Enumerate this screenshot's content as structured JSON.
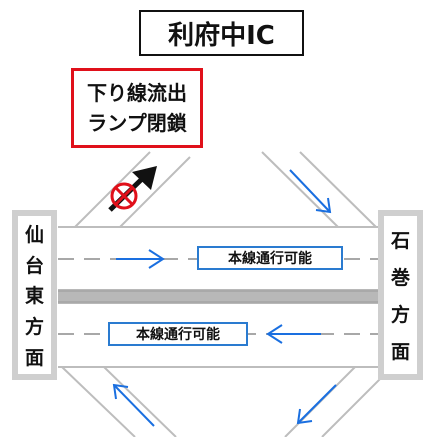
{
  "interchange": {
    "name": "利府中IC"
  },
  "closure_notice": {
    "line1": "下り線流出",
    "line2": "ランプ閉鎖"
  },
  "left_direction": {
    "chars": [
      "仙",
      "台",
      "東",
      "方",
      "面"
    ]
  },
  "right_direction": {
    "chars": [
      "石",
      "巻",
      "方",
      "面"
    ]
  },
  "upper_lane": {
    "status": "本線通行可能"
  },
  "lower_lane": {
    "status": "本線通行可能"
  },
  "colors": {
    "arrow": "#1a6fe0",
    "closed": "#e0101a",
    "road_edge": "#bdbdbd",
    "median": "#b8b8b8"
  }
}
